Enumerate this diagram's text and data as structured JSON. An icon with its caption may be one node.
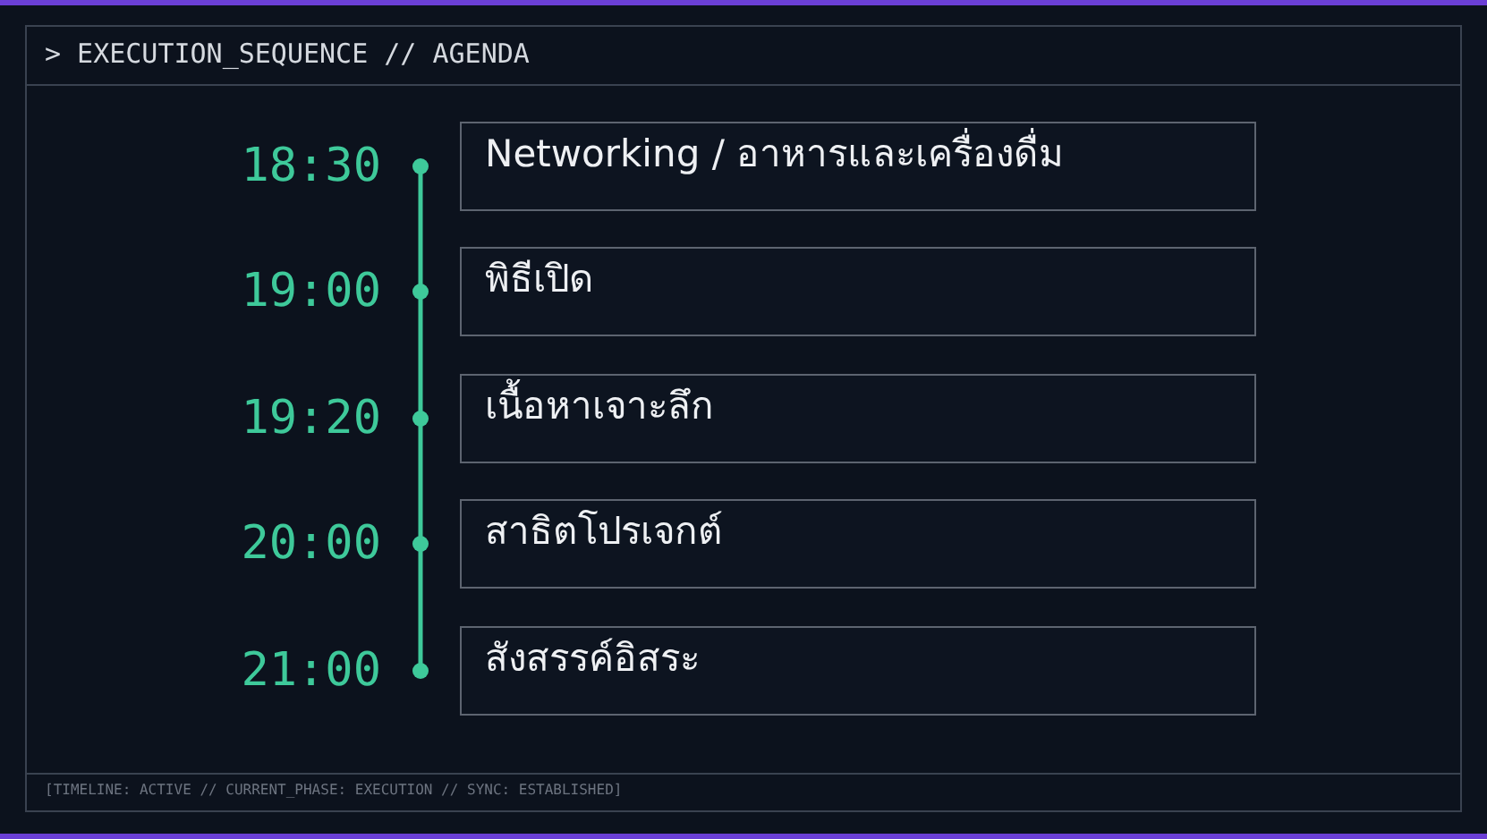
{
  "diagram": {
    "title": "> EXECUTION_SEQUENCE // AGENDA",
    "caption": "[TIMELINE: ACTIVE // CURRENT_PHASE: EXECUTION // SYNC: ESTABLISHED]",
    "nodes": [
      {
        "text": [
          "Networking / อาหารและเครื่องดื่ม"
        ],
        "beside": [
          "18:30"
        ]
      },
      {
        "text": [
          "พิธีเปิด"
        ],
        "beside": [
          "19:00"
        ]
      },
      {
        "text": [
          "เนื้อหาเจาะลึก"
        ],
        "beside": [
          "19:20"
        ]
      },
      {
        "text": [
          "สาธิตโปรเจกต์"
        ],
        "beside": [
          "20:00"
        ]
      },
      {
        "text": [
          "สังสรรค์อิสระ"
        ],
        "beside": [
          "21:00"
        ]
      }
    ]
  }
}
